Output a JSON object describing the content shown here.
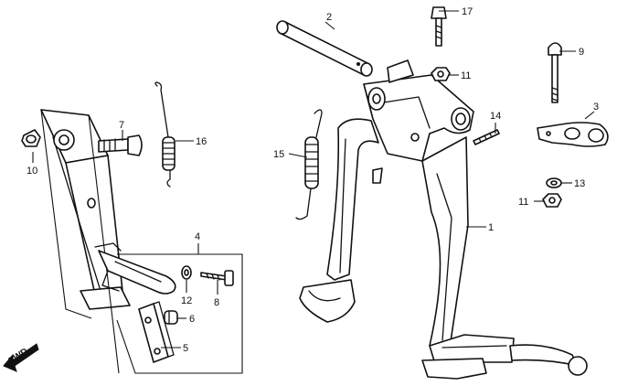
{
  "callouts": {
    "c1": "1",
    "c2": "2",
    "c3": "3",
    "c4": "4",
    "c5": "5",
    "c6": "6",
    "c7": "7",
    "c8": "8",
    "c9": "9",
    "c10": "10",
    "c11a": "11",
    "c11b": "11",
    "c12": "12",
    "c13": "13",
    "c14": "14",
    "c15": "15",
    "c16": "16",
    "c17": "17"
  },
  "direction_label": "FWD",
  "colors": {
    "line": "#111111",
    "background": "#ffffff"
  }
}
